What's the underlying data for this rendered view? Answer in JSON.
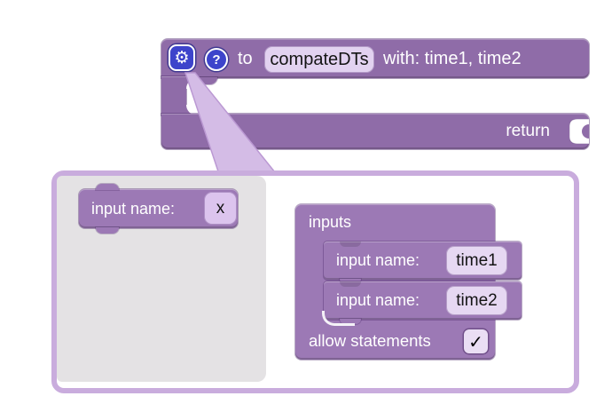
{
  "colors": {
    "block_purple": "#8f6ca8",
    "mutator_purple": "#9c79b5",
    "pill_light": "#e2d2f0",
    "icon_blue": "#3d44cb",
    "popup_border": "#c9acdd",
    "beak_fill": "#d4bce6",
    "flyout_gray": "#e4e2e4"
  },
  "def_block": {
    "gear_glyph": "⚙",
    "help_glyph": "?",
    "to_label": "to",
    "name_field": "compateDTs",
    "params_label": "with: time1, time2",
    "return_label": "return"
  },
  "mutator": {
    "flyout_block": {
      "label": "input name:",
      "field": "x"
    },
    "container_block": {
      "title": "inputs",
      "inputs": [
        {
          "label": "input name:",
          "field": "time1"
        },
        {
          "label": "input name:",
          "field": "time2"
        }
      ],
      "allow_statements_label": "allow statements",
      "check_glyph": "✓"
    }
  }
}
